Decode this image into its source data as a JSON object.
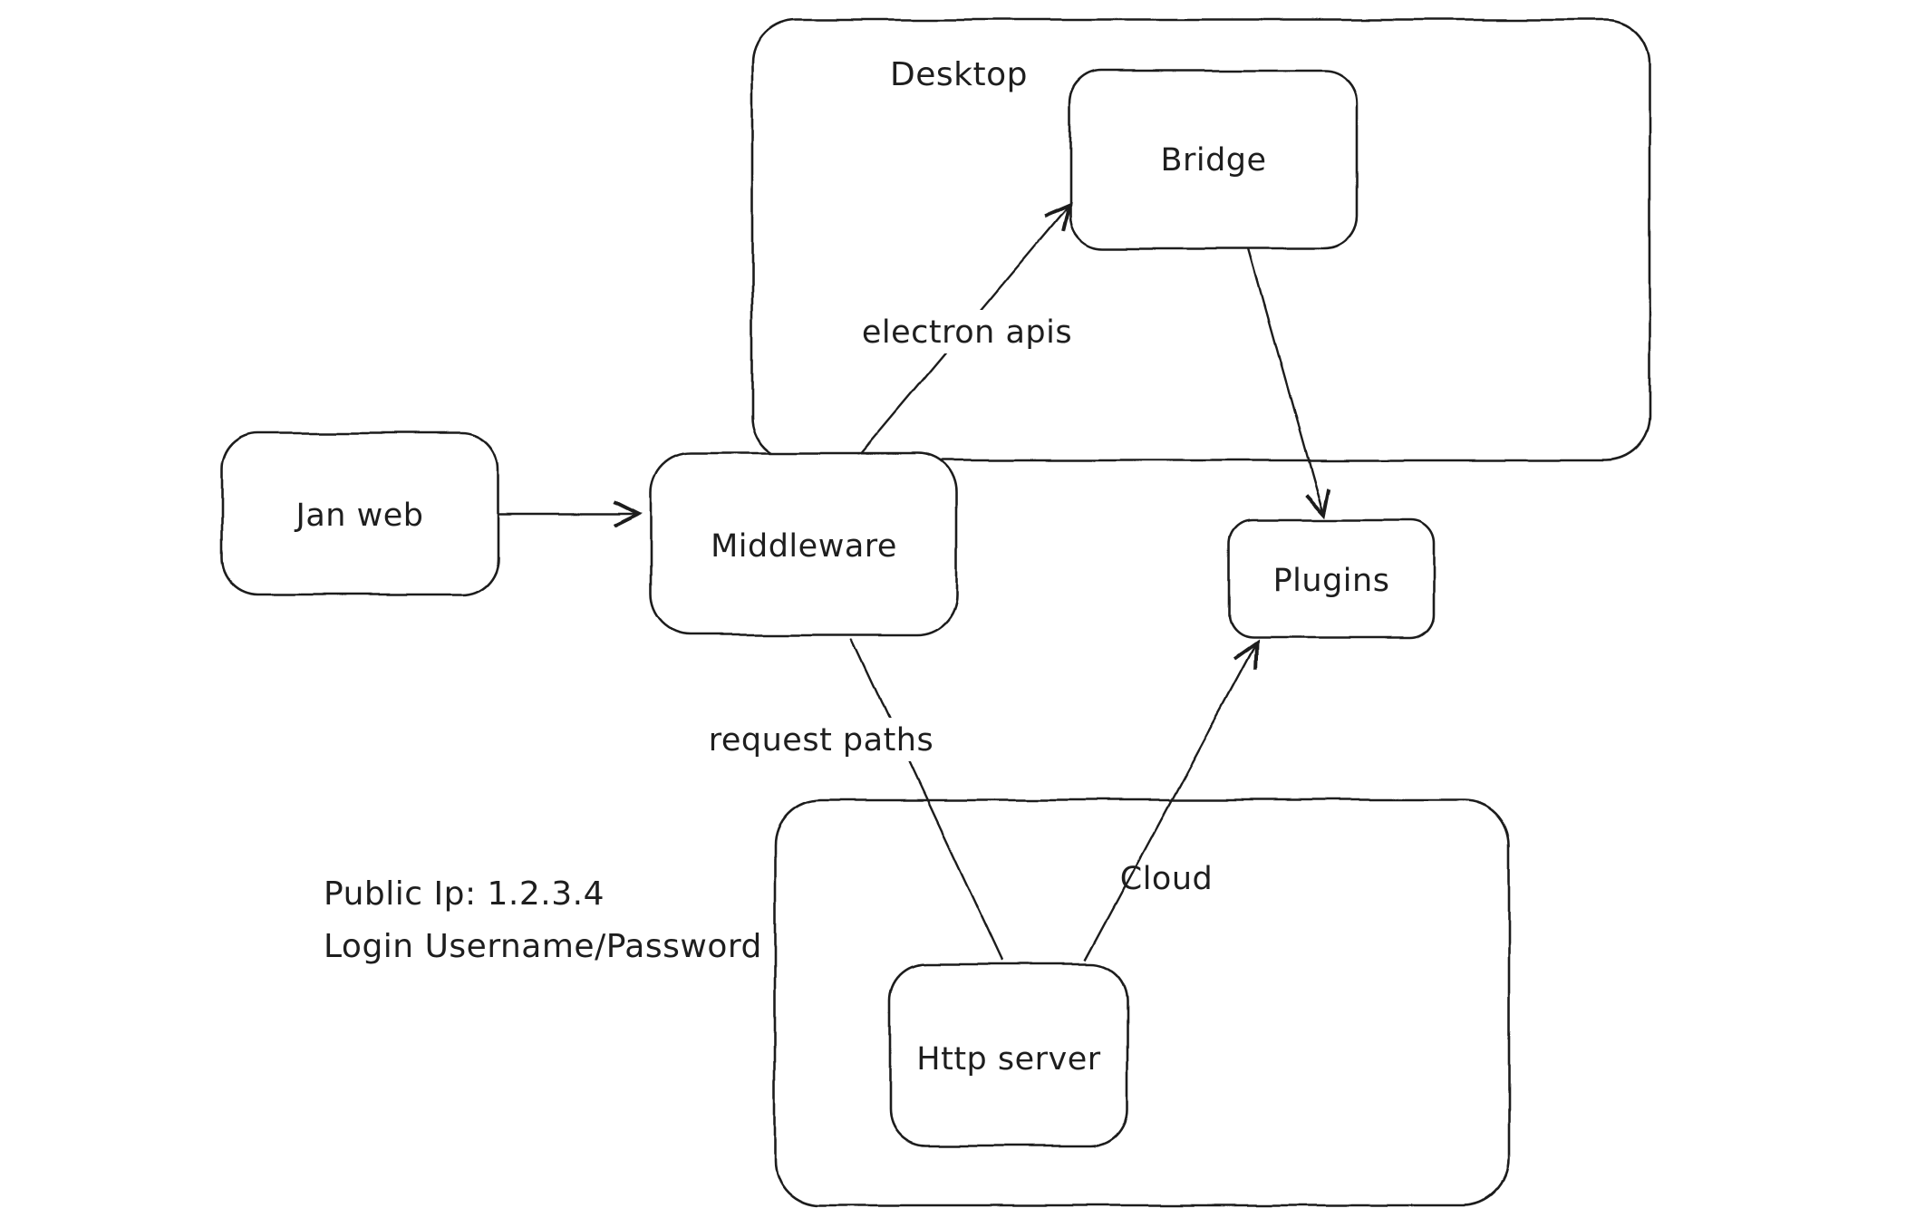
{
  "colors": {
    "stroke": "#1e1e1e",
    "background": "#ffffff"
  },
  "nodes": {
    "desktop": {
      "label": "Desktop",
      "type": "container"
    },
    "bridge": {
      "label": "Bridge",
      "type": "node",
      "inside": "desktop"
    },
    "jan_web": {
      "label": "Jan web",
      "type": "node"
    },
    "middleware": {
      "label": "Middleware",
      "type": "node"
    },
    "plugins": {
      "label": "Plugins",
      "type": "node"
    },
    "cloud": {
      "label": "Cloud",
      "type": "container"
    },
    "http_server": {
      "label": "Http server",
      "type": "node",
      "inside": "cloud"
    }
  },
  "edges": [
    {
      "from": "jan_web",
      "to": "middleware",
      "label": "",
      "arrowhead": true
    },
    {
      "from": "middleware",
      "to": "bridge",
      "label": "electron apis",
      "arrowhead": true
    },
    {
      "from": "bridge",
      "to": "plugins",
      "label": "",
      "arrowhead": true
    },
    {
      "from": "middleware",
      "to": "http_server",
      "label": "request paths",
      "arrowhead": false
    },
    {
      "from": "http_server",
      "to": "plugins",
      "label": "",
      "arrowhead": true
    }
  ],
  "annotations": {
    "public_ip": "Public Ip: 1.2.3.4",
    "login": "Login Username/Password"
  }
}
